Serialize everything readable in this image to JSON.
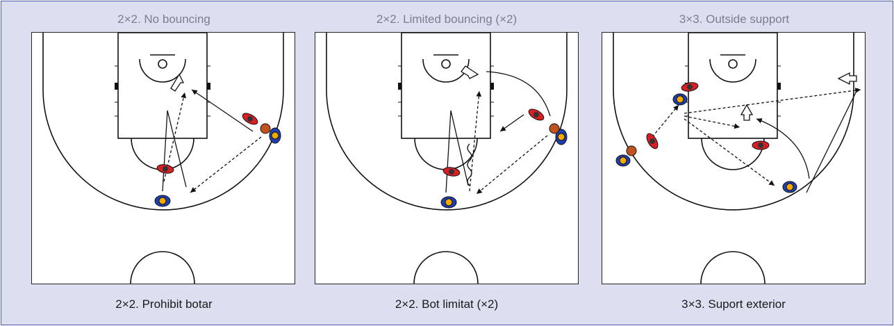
{
  "panels": [
    {
      "title": "2×2. No bouncing",
      "caption": "2×2. Prohibit botar"
    },
    {
      "title": "2×2. Limited bouncing (×2)",
      "caption": "2×2. Bot limitat (×2)"
    },
    {
      "title": "3×3. Outside support",
      "caption": "3×3. Suport exterior"
    }
  ],
  "colors": {
    "background": "#dcdff0",
    "border": "#4d5fa8",
    "attacker": "#d81f26",
    "defender": "#1f3fb0",
    "ball": "#c0521f",
    "head_attacker": "#333333",
    "head_defender": "#f2a900"
  }
}
